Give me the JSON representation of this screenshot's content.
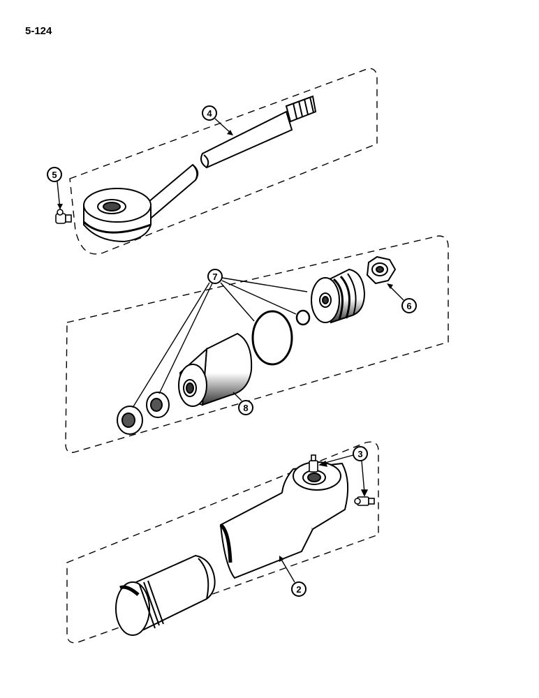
{
  "page_number": "5-124",
  "callouts": {
    "c2": "2",
    "c3": "3",
    "c4": "4",
    "c5": "5",
    "c6": "6",
    "c7": "7",
    "c8": "8"
  },
  "colors": {
    "ink": "#000000",
    "paper": "#ffffff"
  }
}
